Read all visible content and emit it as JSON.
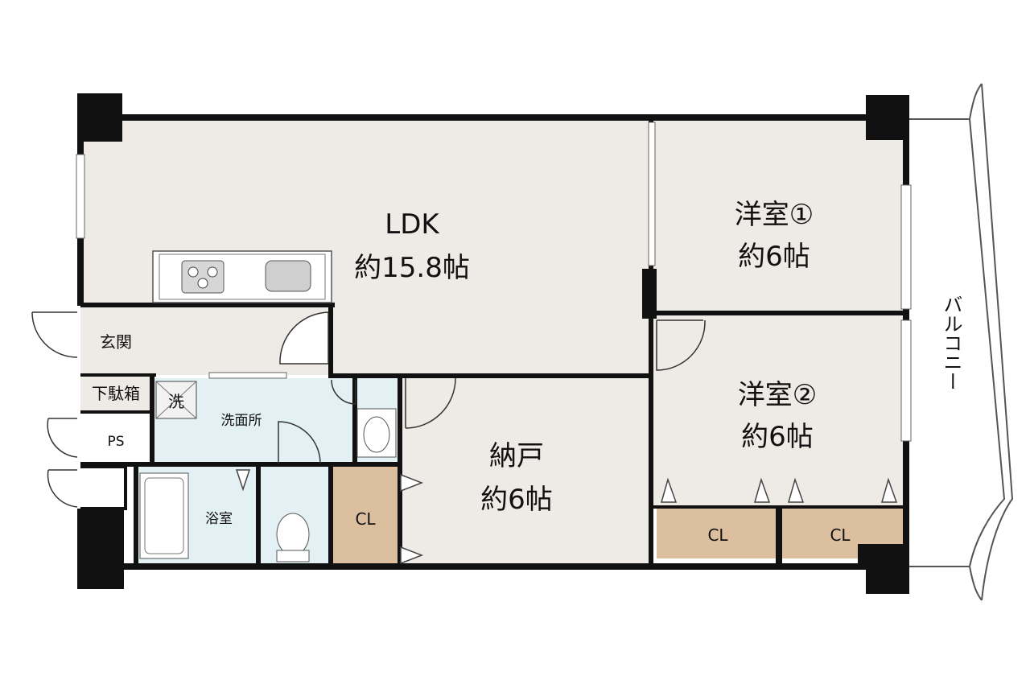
{
  "rooms": {
    "ldk": {
      "name": "LDK",
      "size": "約15.8帖"
    },
    "western1": {
      "name": "洋室①",
      "size": "約6帖"
    },
    "western2": {
      "name": "洋室②",
      "size": "約6帖"
    },
    "storage": {
      "name": "納戸",
      "size": "約6帖"
    },
    "entrance": "玄関",
    "shoe_box": "下駄箱",
    "ps": "PS",
    "washroom": "洗面所",
    "washer": "洗",
    "bathroom": "浴室",
    "closet_storage": "CL",
    "closet_w2_left": "CL",
    "closet_w2_right": "CL"
  },
  "balcony": "バルコニー",
  "colors": {
    "room_beige": "#eeebe6",
    "wet_blue": "#e3f0f4",
    "closet_tan": "#dcbf9e",
    "wall": "#111111"
  }
}
